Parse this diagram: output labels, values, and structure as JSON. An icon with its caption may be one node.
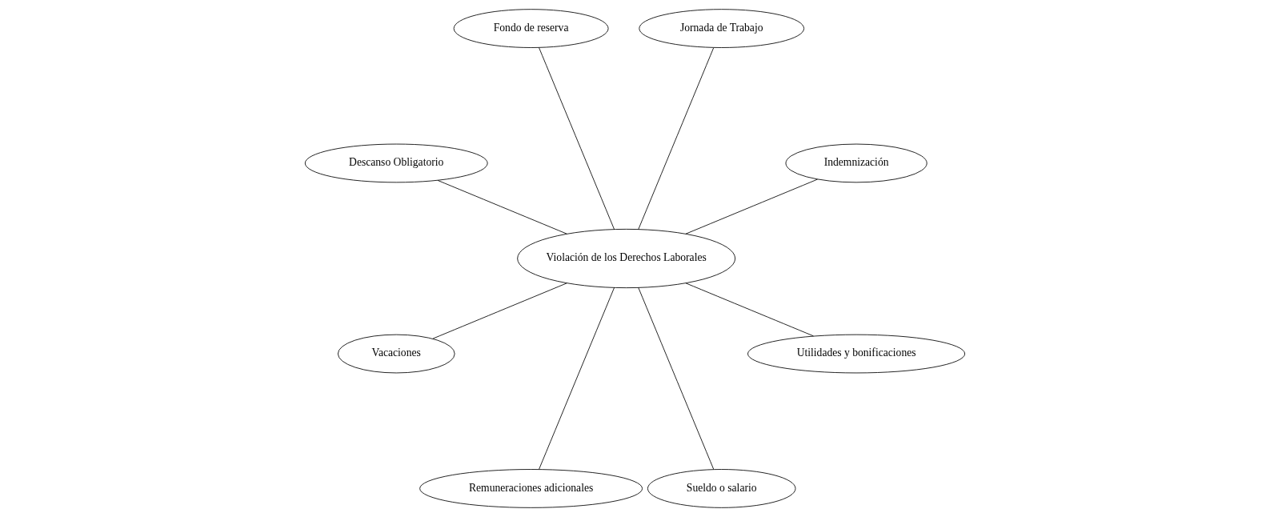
{
  "diagram": {
    "nodes": [
      {
        "text": [
          "Violación de los Derechos Laborales"
        ]
      },
      {
        "text": [
          "Indemnización"
        ]
      },
      {
        "text": [
          "Jornada de Trabajo"
        ]
      },
      {
        "text": [
          "Fondo de reserva"
        ]
      },
      {
        "text": [
          "Descanso Obligatorio"
        ]
      },
      {
        "text": [
          "Vacaciones"
        ]
      },
      {
        "text": [
          "Remuneraciones adicionales"
        ]
      },
      {
        "text": [
          "Sueldo o salario"
        ]
      },
      {
        "text": [
          "Utilidades y bonificaciones"
        ]
      }
    ],
    "edges": [
      {
        "from": 0,
        "to": 1,
        "arrow": "none"
      },
      {
        "from": 0,
        "to": 2,
        "arrow": "none"
      },
      {
        "from": 0,
        "to": 3,
        "arrow": "none"
      },
      {
        "from": 0,
        "to": 4,
        "arrow": "none"
      },
      {
        "from": 0,
        "to": 5,
        "arrow": "none"
      },
      {
        "from": 0,
        "to": 6,
        "arrow": "none"
      },
      {
        "from": 0,
        "to": 7,
        "arrow": "none"
      },
      {
        "from": 0,
        "to": 8,
        "arrow": "none"
      }
    ]
  }
}
